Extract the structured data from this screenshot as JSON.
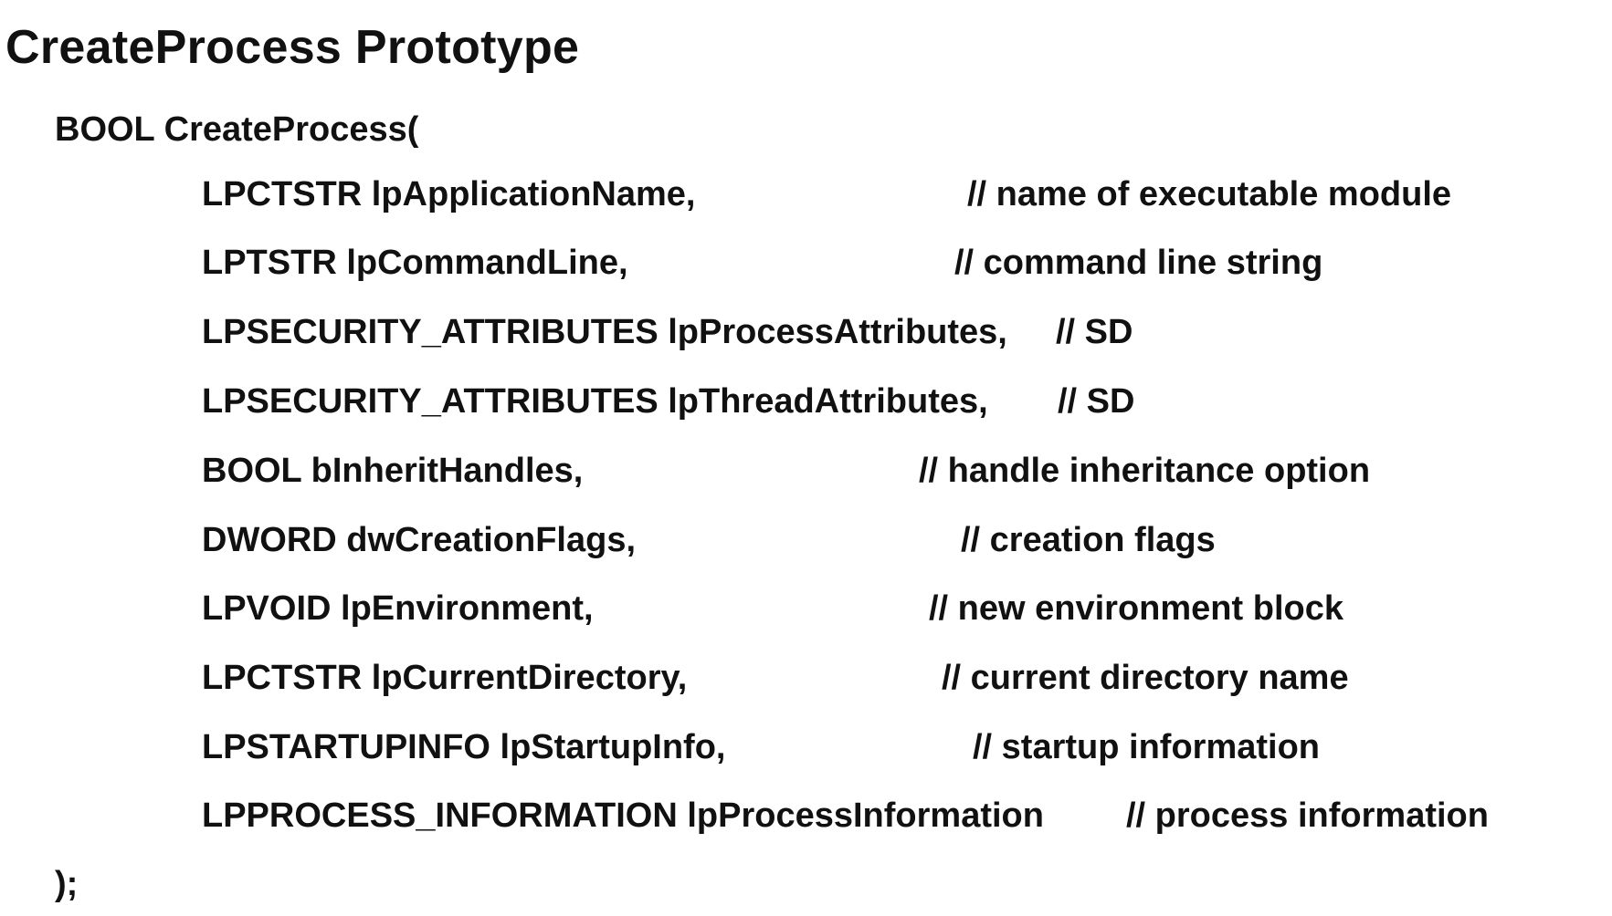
{
  "slide": {
    "title": "CreateProcess Prototype",
    "signature_open": "BOOL CreateProcess(",
    "signature_close": ");"
  },
  "params": [
    {
      "decl": "LPCTSTR lpApplicationName,",
      "comment": "// name of executable module"
    },
    {
      "decl": "LPTSTR lpCommandLine,",
      "comment": "// command line string"
    },
    {
      "decl": "LPSECURITY_ATTRIBUTES lpProcessAttributes,",
      "comment": "// SD"
    },
    {
      "decl": "LPSECURITY_ATTRIBUTES lpThreadAttributes,",
      "comment": "// SD"
    },
    {
      "decl": "BOOL bInheritHandles,",
      "comment": "// handle inheritance option"
    },
    {
      "decl": "DWORD dwCreationFlags,",
      "comment": "// creation flags"
    },
    {
      "decl": "LPVOID lpEnvironment,",
      "comment": "// new environment block"
    },
    {
      "decl": "LPCTSTR lpCurrentDirectory,",
      "comment": "// current directory name"
    },
    {
      "decl": "LPSTARTUPINFO lpStartupInfo,",
      "comment": "// startup information"
    },
    {
      "decl": "LPPROCESS_INFORMATION lpProcessInformation",
      "comment": "// process information"
    }
  ]
}
